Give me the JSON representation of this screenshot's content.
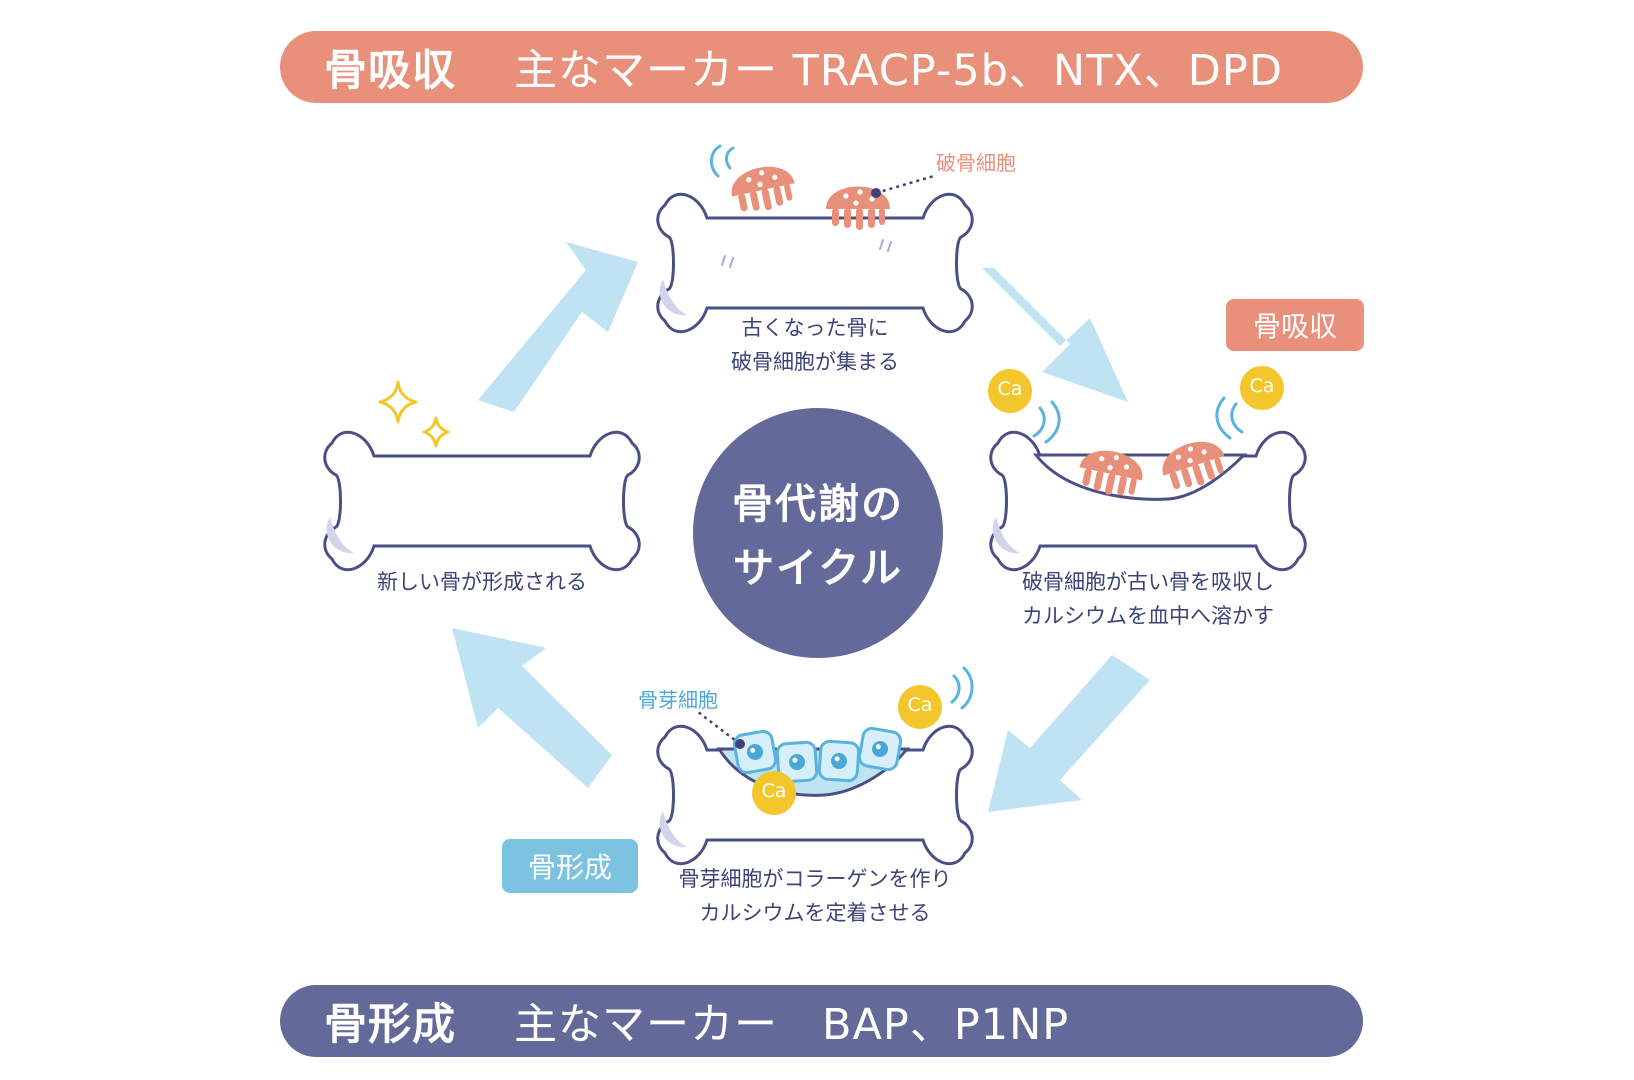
{
  "banners": {
    "resorption": {
      "title": "骨吸収",
      "markers": "主なマーカー TRACP-5b、NTX、DPD"
    },
    "formation": {
      "title": "骨形成",
      "markers": "主なマーカー　BAP、P1NP"
    }
  },
  "center": {
    "line1": "骨代謝の",
    "line2": "サイクル"
  },
  "stages": {
    "top": {
      "line1": "古くなった骨に",
      "line2": "破骨細胞が集まる"
    },
    "right": {
      "line1": "破骨細胞が古い骨を吸収し",
      "line2": "カルシウムを血中へ溶かす"
    },
    "bottom": {
      "line1": "骨芽細胞がコラーゲンを作り",
      "line2": "カルシウムを定着させる"
    },
    "left": {
      "line1": "新しい骨が形成される"
    }
  },
  "labels": {
    "osteoclast": "破骨細胞",
    "osteoblast": "骨芽細胞",
    "resorption_tag": "骨吸収",
    "formation_tag": "骨形成",
    "calcium": "Ca"
  },
  "colors": {
    "resorption": "#e8907a",
    "formation": "#636998",
    "formation_tag": "#7cc2e1",
    "arrow": "#bfe3f3",
    "calcium": "#f3c72c",
    "bone_outline": "#4b4f86"
  }
}
